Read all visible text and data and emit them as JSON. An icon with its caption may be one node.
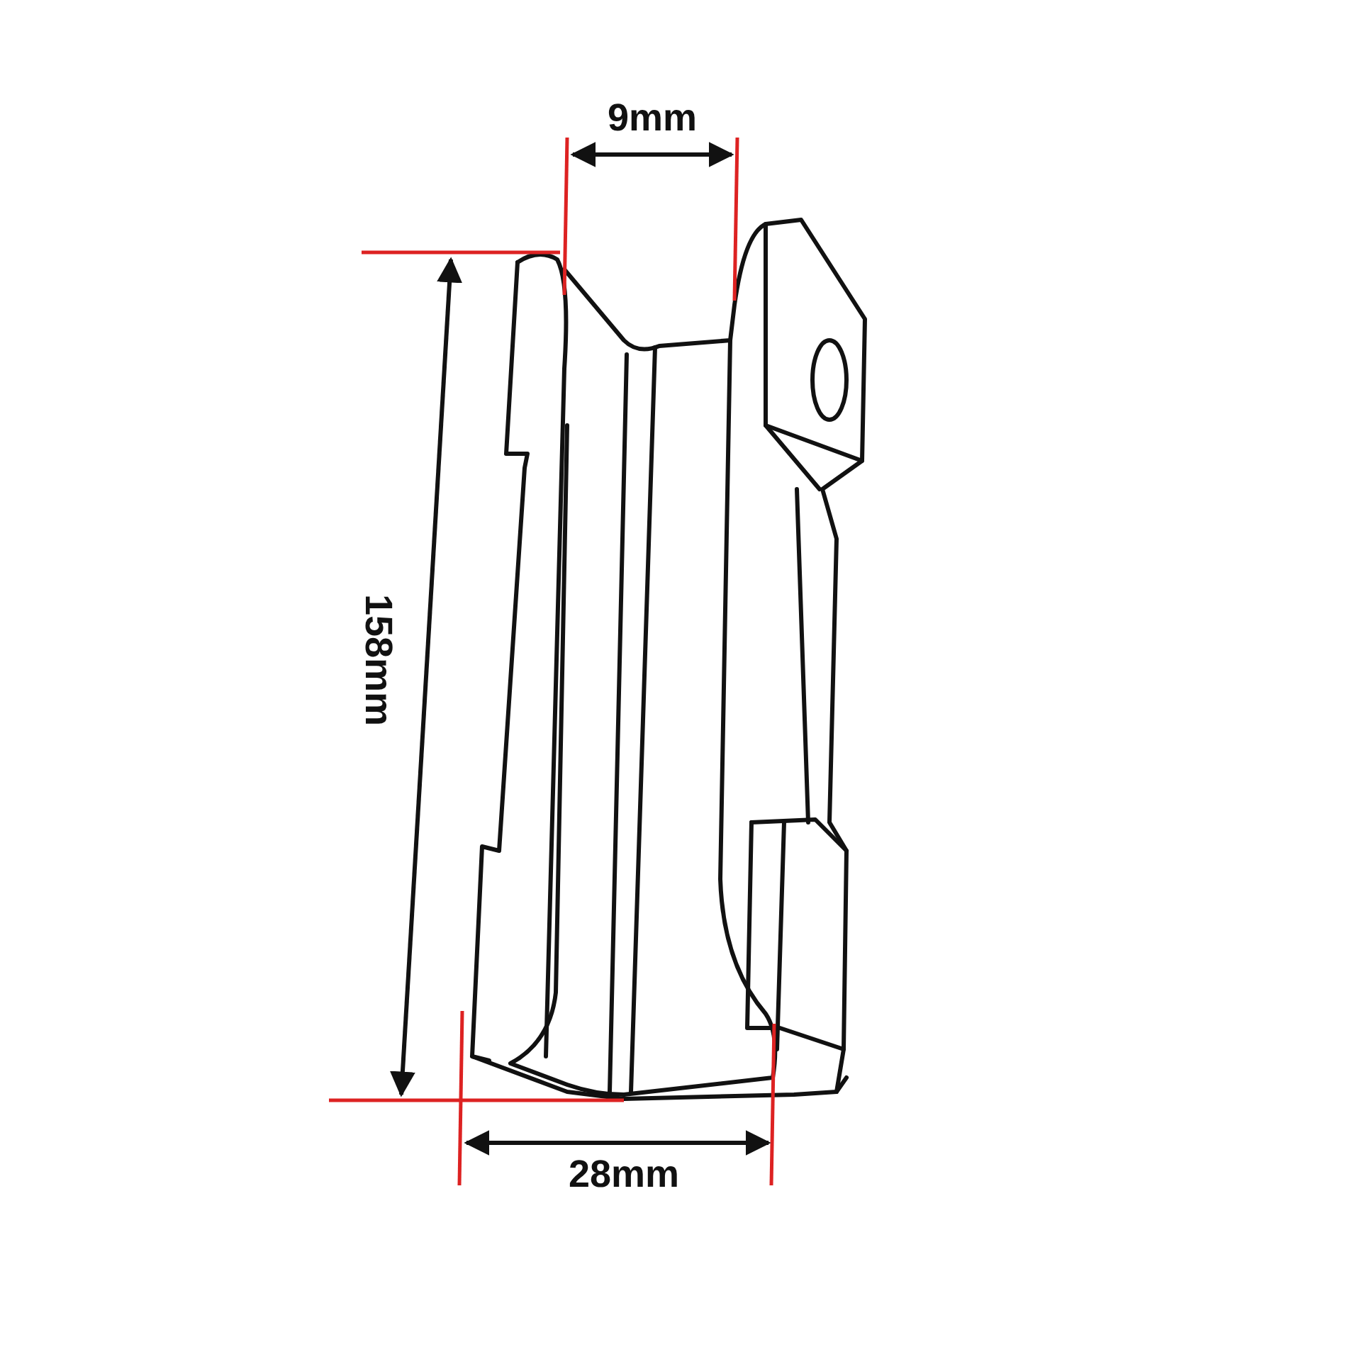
{
  "diagram": {
    "labels": [
      "9mm",
      "158mm",
      "28mm"
    ]
  }
}
